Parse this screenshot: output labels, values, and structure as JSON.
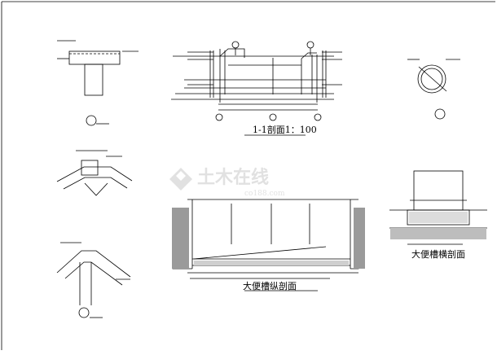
{
  "drawing": {
    "section_title": "1-1剖面1：100",
    "longitudinal_title": "大便槽纵剖面",
    "cross_title": "大便槽横剖面"
  },
  "watermark": {
    "text": "土木在线",
    "site": "co188.com"
  }
}
